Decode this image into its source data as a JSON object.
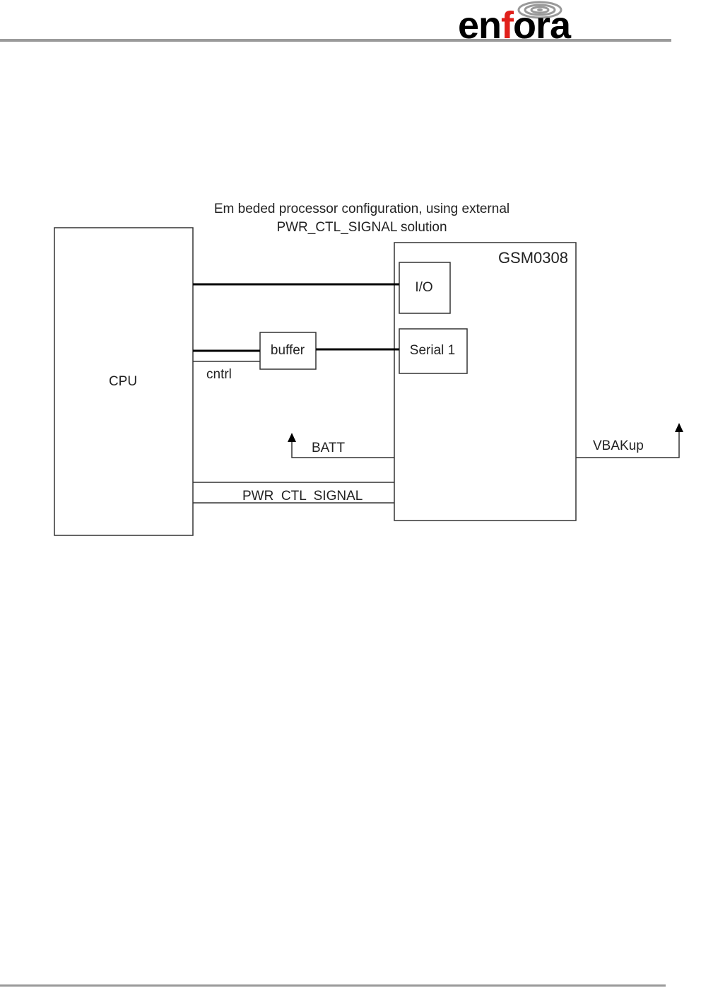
{
  "header": {
    "logo_text": "enfora",
    "brand_colors": {
      "text": "#000000",
      "accent": "#e0201b",
      "signal_rings": "#999999"
    }
  },
  "diagram": {
    "title_line1": "Em beded processor configuration, using external",
    "title_line2": "PWR_CTL_SIGNAL solution",
    "cpu_label": "CPU",
    "module_label": "GSM0308",
    "io_label": "I/O",
    "serial_label": "Serial 1",
    "buffer_label": "buffer",
    "cntrl_label": "cntrl",
    "batt_label": "BATT",
    "vbakup_label": "VBAKup",
    "pwr_signal_label": "PWR  CTL  SIGNAL"
  }
}
